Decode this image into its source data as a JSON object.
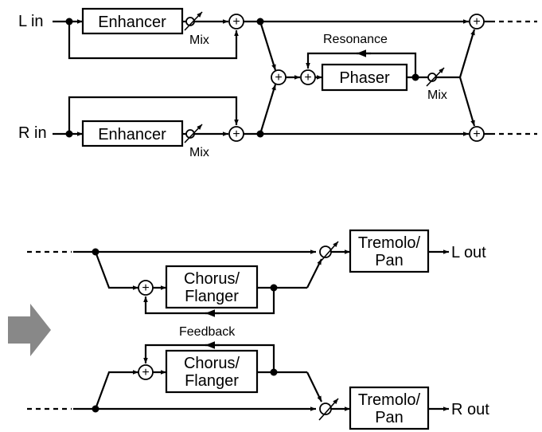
{
  "inputs": {
    "left": "L in",
    "right": "R in"
  },
  "outputs": {
    "left": "L out",
    "right": "R out"
  },
  "blocks": {
    "enhancer": "Enhancer",
    "phaser": "Phaser",
    "chorus_line1": "Chorus/",
    "chorus_line2": "Flanger",
    "tremolo_line1": "Tremolo/",
    "tremolo_line2": "Pan"
  },
  "labels": {
    "mix": "Mix",
    "resonance": "Resonance",
    "feedback": "Feedback"
  },
  "colors": {
    "line": "#000000",
    "arrow_marker": "#888888",
    "background": "#ffffff"
  }
}
